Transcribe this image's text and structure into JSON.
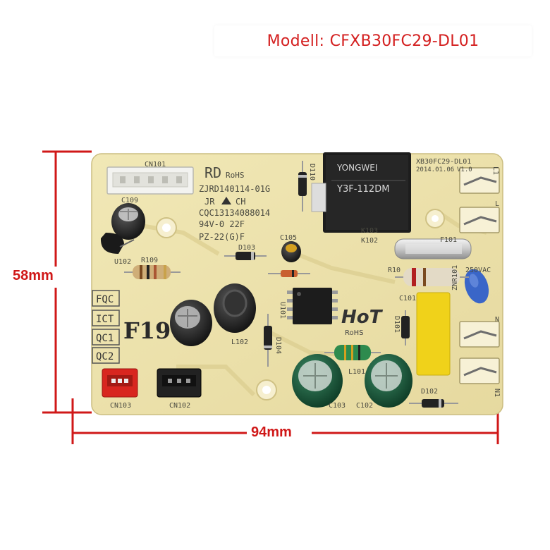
{
  "banner": {
    "model_text": "Modell: CFXB30FC29-DL01"
  },
  "dimensions": {
    "height_label": "58mm",
    "width_label": "94mm"
  },
  "colors": {
    "dimension": "#d01818",
    "board": "#ede3ad",
    "banner_text": "#d42020"
  },
  "board_silkscreen": {
    "brand": "RD",
    "rohs": "RoHS",
    "code1": "ZJRD140114-01G",
    "jr": "JR",
    "ch": "CH",
    "code2": "CQC13134088014",
    "rating": "94V-0 22F",
    "pz": "PZ-22(G)F",
    "series_mark": "F19",
    "hot_logo": "HoT",
    "hot_rohs": "RoHS",
    "edge_model": "XB30FC29-DL01",
    "date": "2014.01.06",
    "version": "V1.0",
    "voltage": "250VAC",
    "labels": [
      "FQC",
      "ICT",
      "QC1",
      "QC2"
    ],
    "refs": {
      "cn101": "CN101",
      "c109": "C109",
      "u102": "U102",
      "r109": "R109",
      "d103": "D103",
      "c105": "C105",
      "u101": "U101",
      "d104": "D104",
      "l102": "L102",
      "cn103": "CN103",
      "cn102": "CN102",
      "c103": "C103",
      "c102": "C102",
      "l101": "L101",
      "d102": "D102",
      "d101": "D101",
      "c101": "C101",
      "f101": "F101",
      "r10": "R10",
      "znr101": "ZNR101",
      "k102": "K102",
      "k103": "K103",
      "d110": "D110",
      "l1": "L1",
      "l": "L",
      "n": "N",
      "n1": "N1"
    },
    "relay": {
      "brand": "YONGWEI",
      "model": "Y3F-112DM"
    }
  }
}
